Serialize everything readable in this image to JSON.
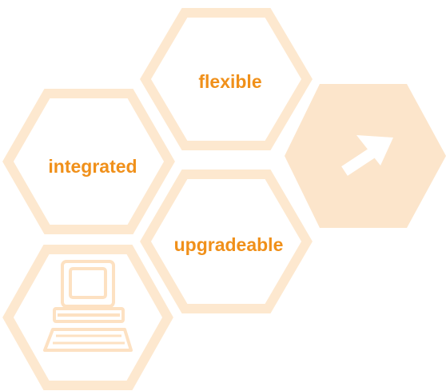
{
  "colors": {
    "hex_outline": "#FDE8CF",
    "hex_fill_solid": "#FCE5CB",
    "label": "#F0901A",
    "arrow": "#FFFFFF",
    "computer_icon": "#FDE1C2",
    "background": "#FFFFFF"
  },
  "hexagons": {
    "flexible": {
      "label": "flexible"
    },
    "integrated": {
      "label": "integrated"
    },
    "upgradeable": {
      "label": "upgradeable"
    },
    "arrow": {
      "icon": "arrow-up-right-icon"
    },
    "computer": {
      "icon": "desktop-computer-icon"
    }
  }
}
